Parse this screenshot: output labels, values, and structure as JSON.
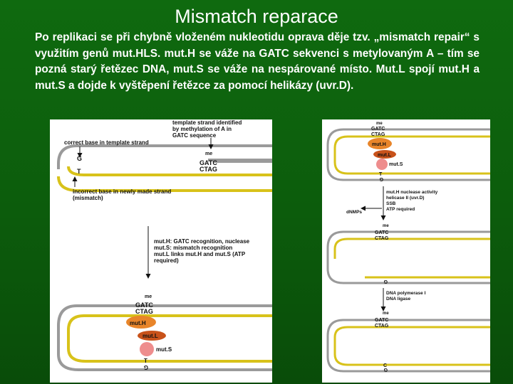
{
  "title": "Mismatch reparace",
  "paragraph": "Po replikaci se při chybně vloženém nukleotidu oprava děje tzv. „mismatch repair“ s využitím genů mut.HLS. mut.H se váže na GATC sekvenci s metylovaným A – tím se pozná starý řetězec DNA, mut.S se váže na nespárované místo. Mut.L spojí mut.H a mut.S a dojde k vyštěpení řetězce za pomocí helikázy (uvr.D).",
  "colors": {
    "background": "#0c5c0c",
    "strand_template": "#9a9a9a",
    "strand_new": "#d8c21a",
    "mutH": "#e8852a",
    "mutL": "#c8521a",
    "mutS": "#ee8d8d"
  },
  "left_panel": {
    "template_label": [
      "template strand identified",
      "by methylation of A in",
      "GATC sequence"
    ],
    "correct_base_label": "correct base in template strand",
    "incorrect_base_label": [
      "incorrect base in newly made strand",
      "(mismatch)"
    ],
    "me": "me",
    "gatc": "GATC",
    "ctag": "CTAG",
    "base_G": "G",
    "base_T": "T",
    "functions": [
      "mut.H:  GATC recognition, nuclease",
      "mut.S:  mismatch recognition",
      "mut.L links mut.H and mut.S (ATP",
      "required)"
    ],
    "mutH": "mut.H",
    "mutL": "mut.L",
    "mutS": "mut.S",
    "bottom_me": "me",
    "bottom_gatc": "GATC",
    "bottom_ctag": "CTAG",
    "bottom_G": "G",
    "bottom_T": "T"
  },
  "right_panel": {
    "me1": "me",
    "gatc1": "GATC",
    "ctag1": "CTAG",
    "mutH": "mut.H",
    "mutL": "mut.L",
    "mutS": "mut.S",
    "g1": "G",
    "t1": "T",
    "step1": [
      "mut.H nuclease activity",
      "helicase II (uvr.D)",
      "SSB",
      "ATP required"
    ],
    "dnmp": "dNMPs",
    "me2": "me",
    "gatc2": "GATC",
    "ctag2": "CTAG",
    "g2": "G",
    "step2": [
      "DNA polymerase I",
      "DNA ligase"
    ],
    "me3": "me",
    "gatc3": "GATC",
    "ctag3": "CTAG",
    "g3": "G",
    "c3": "C"
  }
}
